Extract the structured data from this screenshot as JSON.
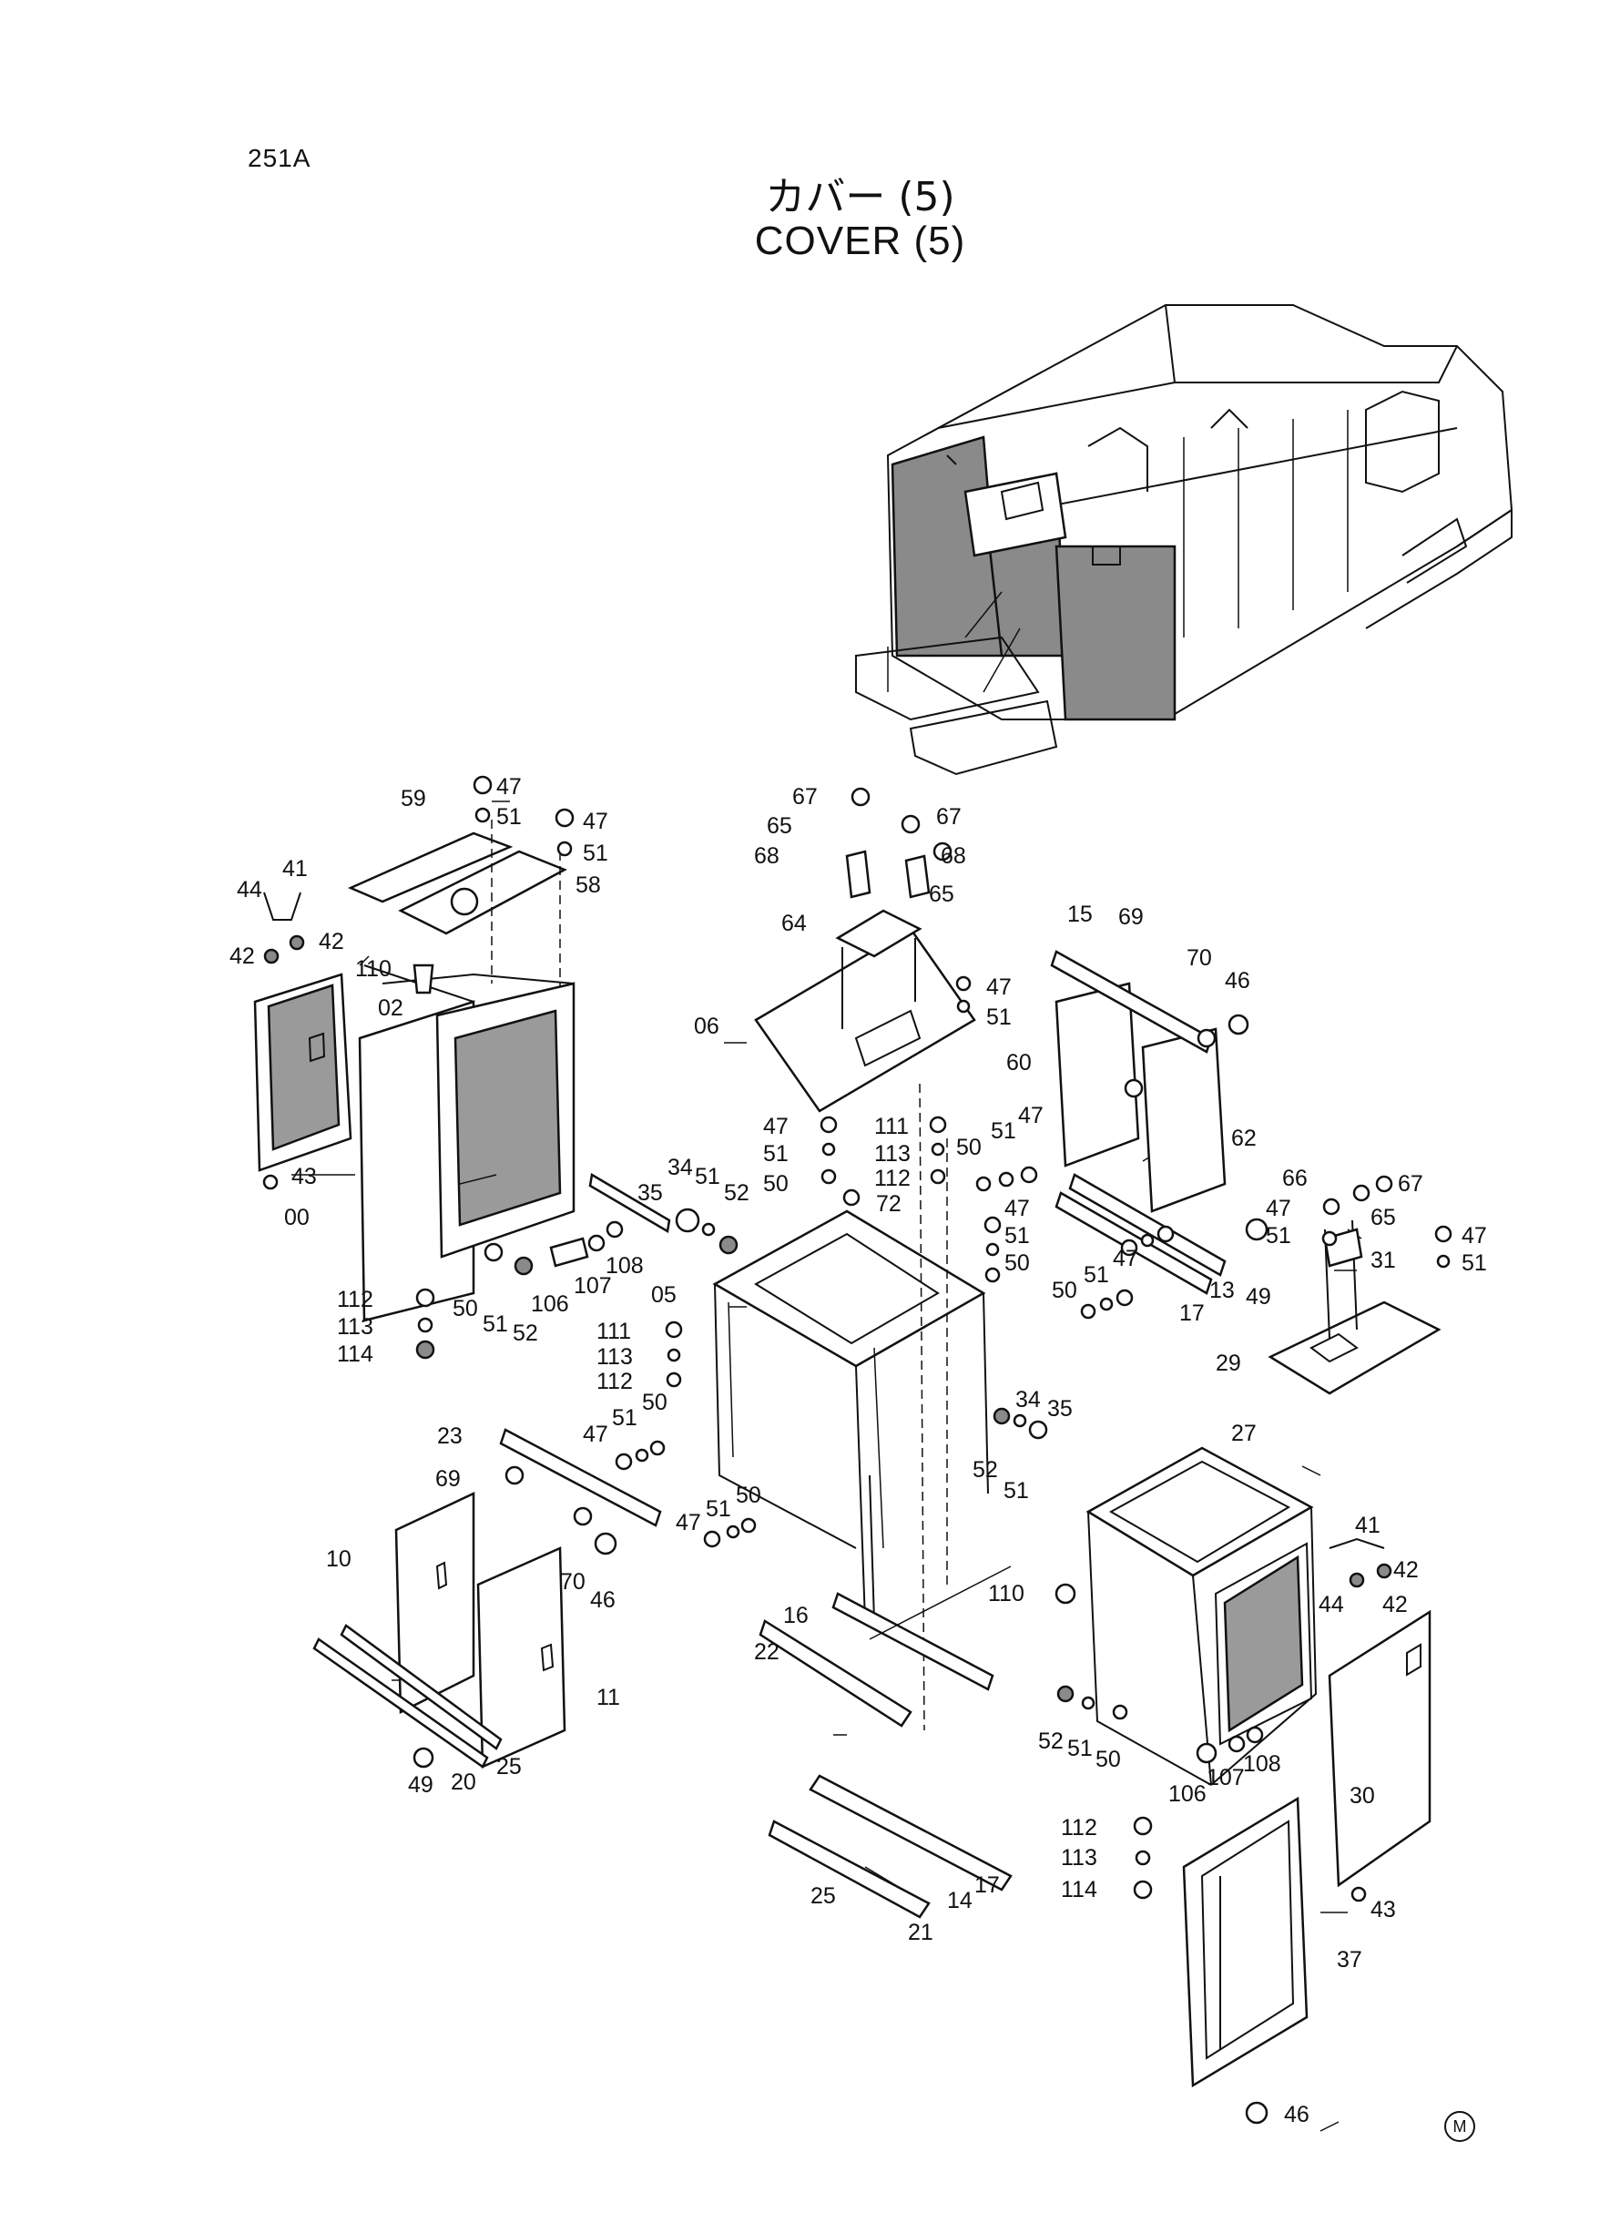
{
  "header": {
    "page_code": "251A",
    "title_jp": "カバー (5)",
    "title_en": "COVER (5)"
  },
  "footer": {
    "mark": "M"
  },
  "callouts": [
    {
      "id": "c01",
      "text": "47"
    },
    {
      "id": "c02",
      "text": "51"
    },
    {
      "id": "c03",
      "text": "47"
    },
    {
      "id": "c04",
      "text": "51"
    },
    {
      "id": "c05",
      "text": "59"
    },
    {
      "id": "c06",
      "text": "58"
    },
    {
      "id": "c07",
      "text": "44"
    },
    {
      "id": "c08",
      "text": "41"
    },
    {
      "id": "c09",
      "text": "42"
    },
    {
      "id": "c10",
      "text": "42"
    },
    {
      "id": "c11",
      "text": "110"
    },
    {
      "id": "c12",
      "text": "02"
    },
    {
      "id": "c13",
      "text": "43"
    },
    {
      "id": "c14",
      "text": "00"
    },
    {
      "id": "c15",
      "text": "35"
    },
    {
      "id": "c16",
      "text": "34"
    },
    {
      "id": "c17",
      "text": "51"
    },
    {
      "id": "c18",
      "text": "52"
    },
    {
      "id": "c19",
      "text": "108"
    },
    {
      "id": "c20",
      "text": "107"
    },
    {
      "id": "c21",
      "text": "106"
    },
    {
      "id": "c22",
      "text": "52"
    },
    {
      "id": "c23",
      "text": "51"
    },
    {
      "id": "c24",
      "text": "50"
    },
    {
      "id": "c25",
      "text": "112"
    },
    {
      "id": "c26",
      "text": "113"
    },
    {
      "id": "c27",
      "text": "114"
    },
    {
      "id": "c28",
      "text": "67"
    },
    {
      "id": "c29",
      "text": "65"
    },
    {
      "id": "c30",
      "text": "68"
    },
    {
      "id": "c31",
      "text": "67"
    },
    {
      "id": "c32",
      "text": "68"
    },
    {
      "id": "c33",
      "text": "65"
    },
    {
      "id": "c34",
      "text": "64"
    },
    {
      "id": "c35",
      "text": "47"
    },
    {
      "id": "c36",
      "text": "51"
    },
    {
      "id": "c37",
      "text": "06"
    },
    {
      "id": "c38",
      "text": "47"
    },
    {
      "id": "c39",
      "text": "51"
    },
    {
      "id": "c40",
      "text": "50"
    },
    {
      "id": "c41",
      "text": "111"
    },
    {
      "id": "c42",
      "text": "113"
    },
    {
      "id": "c43",
      "text": "112"
    },
    {
      "id": "c44",
      "text": "72"
    },
    {
      "id": "c45",
      "text": "05"
    },
    {
      "id": "c46",
      "text": "111"
    },
    {
      "id": "c47",
      "text": "113"
    },
    {
      "id": "c48",
      "text": "112"
    },
    {
      "id": "c49",
      "text": "47"
    },
    {
      "id": "c50",
      "text": "51"
    },
    {
      "id": "c51",
      "text": "50"
    },
    {
      "id": "c52",
      "text": "23"
    },
    {
      "id": "c53",
      "text": "69"
    },
    {
      "id": "c54",
      "text": "70"
    },
    {
      "id": "c55",
      "text": "46"
    },
    {
      "id": "c56",
      "text": "47"
    },
    {
      "id": "c57",
      "text": "51"
    },
    {
      "id": "c58",
      "text": "50"
    },
    {
      "id": "c59",
      "text": "10"
    },
    {
      "id": "c60",
      "text": "11"
    },
    {
      "id": "c61",
      "text": "49"
    },
    {
      "id": "c62",
      "text": "20"
    },
    {
      "id": "c63",
      "text": "25"
    },
    {
      "id": "c64",
      "text": "16"
    },
    {
      "id": "c65",
      "text": "22"
    },
    {
      "id": "c66",
      "text": "25"
    },
    {
      "id": "c67",
      "text": "14"
    },
    {
      "id": "c68",
      "text": "17"
    },
    {
      "id": "c69",
      "text": "21"
    },
    {
      "id": "c70",
      "text": "15"
    },
    {
      "id": "c71",
      "text": "69"
    },
    {
      "id": "c72",
      "text": "70"
    },
    {
      "id": "c73",
      "text": "46"
    },
    {
      "id": "c74",
      "text": "60"
    },
    {
      "id": "c75",
      "text": "62"
    },
    {
      "id": "c76",
      "text": "50"
    },
    {
      "id": "c77",
      "text": "51"
    },
    {
      "id": "c78",
      "text": "47"
    },
    {
      "id": "c79",
      "text": "47"
    },
    {
      "id": "c80",
      "text": "51"
    },
    {
      "id": "c81",
      "text": "50"
    },
    {
      "id": "c82",
      "text": "50"
    },
    {
      "id": "c83",
      "text": "51"
    },
    {
      "id": "c84",
      "text": "47"
    },
    {
      "id": "c85",
      "text": "13"
    },
    {
      "id": "c86",
      "text": "17"
    },
    {
      "id": "c87",
      "text": "66"
    },
    {
      "id": "c88",
      "text": "67"
    },
    {
      "id": "c89",
      "text": "47"
    },
    {
      "id": "c90",
      "text": "65"
    },
    {
      "id": "c91",
      "text": "51"
    },
    {
      "id": "c92",
      "text": "31"
    },
    {
      "id": "c93",
      "text": "47"
    },
    {
      "id": "c94",
      "text": "51"
    },
    {
      "id": "c95",
      "text": "49"
    },
    {
      "id": "c96",
      "text": "29"
    },
    {
      "id": "c97",
      "text": "27"
    },
    {
      "id": "c98",
      "text": "34"
    },
    {
      "id": "c99",
      "text": "35"
    },
    {
      "id": "c100",
      "text": "52"
    },
    {
      "id": "c101",
      "text": "51"
    },
    {
      "id": "c102",
      "text": "41"
    },
    {
      "id": "c103",
      "text": "42"
    },
    {
      "id": "c104",
      "text": "44"
    },
    {
      "id": "c105",
      "text": "42"
    },
    {
      "id": "c106",
      "text": "110"
    },
    {
      "id": "c107",
      "text": "52"
    },
    {
      "id": "c108",
      "text": "51"
    },
    {
      "id": "c109",
      "text": "50"
    },
    {
      "id": "c110",
      "text": "106"
    },
    {
      "id": "c111",
      "text": "107"
    },
    {
      "id": "c112",
      "text": "108"
    },
    {
      "id": "c113",
      "text": "30"
    },
    {
      "id": "c114",
      "text": "43"
    },
    {
      "id": "c115",
      "text": "112"
    },
    {
      "id": "c116",
      "text": "113"
    },
    {
      "id": "c117",
      "text": "114"
    },
    {
      "id": "c118",
      "text": "37"
    },
    {
      "id": "c119",
      "text": "46"
    }
  ]
}
